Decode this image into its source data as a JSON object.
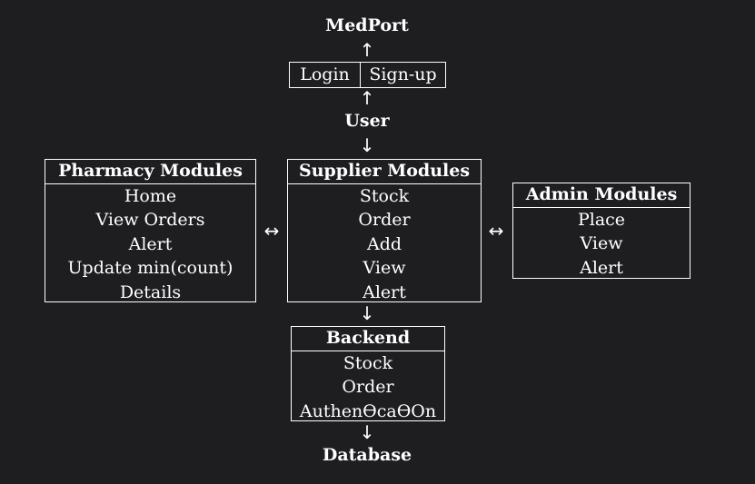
{
  "app_title": "MedPort",
  "auth": {
    "login": "Login",
    "signup": "Sign-up"
  },
  "user": "User",
  "arrows": {
    "up": "↑",
    "down": "↓",
    "bidirectional": "↔"
  },
  "pharmacy": {
    "title": "Pharmacy Modules",
    "items": [
      "Home",
      "View Orders",
      "Alert",
      "Update min(count)",
      "Details"
    ]
  },
  "supplier": {
    "title": "Supplier Modules",
    "items": [
      "Stock",
      "Order",
      "Add",
      "View",
      "Alert"
    ]
  },
  "admin": {
    "title": "Admin Modules",
    "items": [
      "Place",
      "View",
      "Alert"
    ]
  },
  "backend": {
    "title": "Backend",
    "items": [
      "Stock",
      "Order",
      "AuthenϴcaϴOn"
    ]
  },
  "database": "Database"
}
